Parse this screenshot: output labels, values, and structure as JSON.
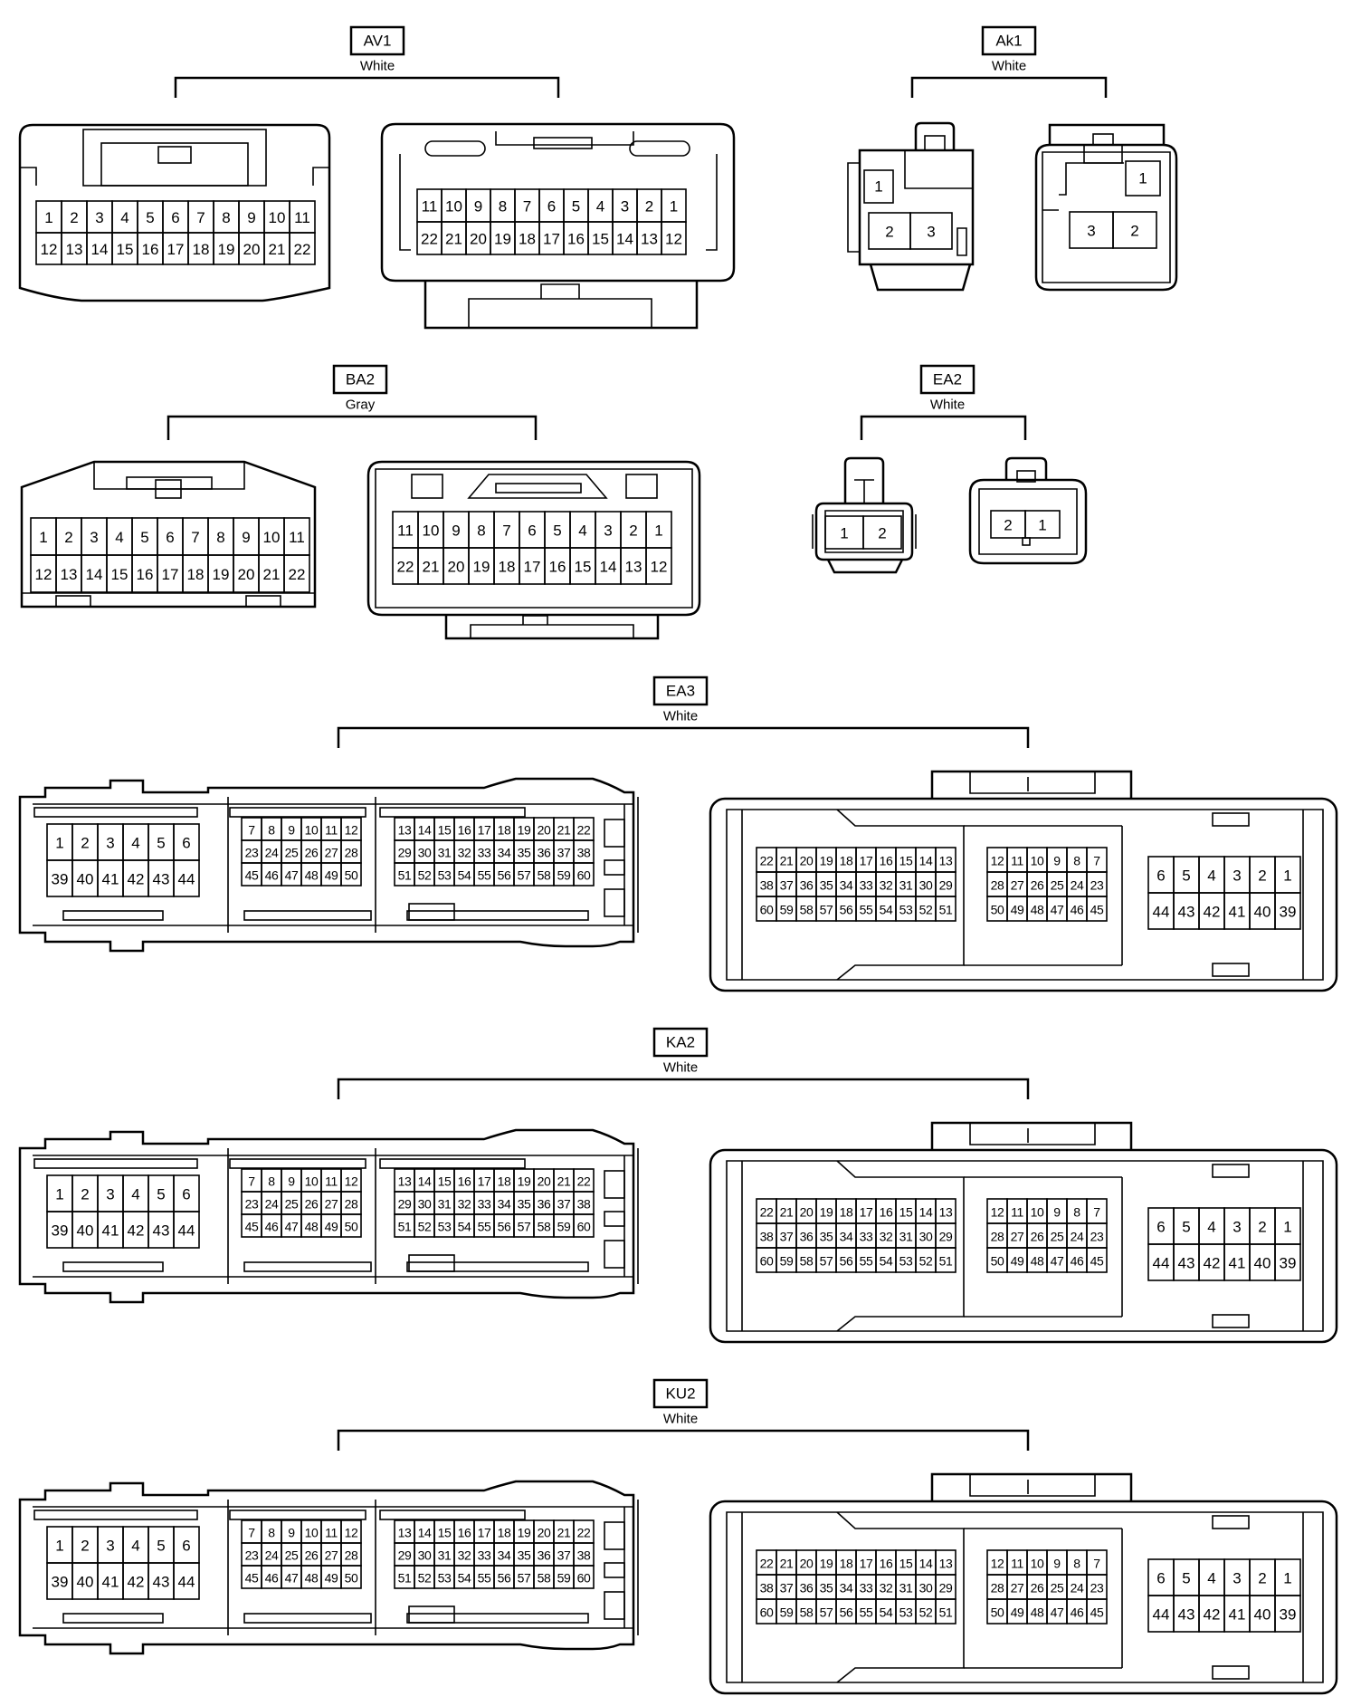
{
  "connectors": [
    {
      "id": "av1",
      "code": "AV1",
      "color": "White",
      "left_rows": [
        [
          "1",
          "2",
          "3",
          "4",
          "5",
          "6",
          "7",
          "8",
          "9",
          "10",
          "11"
        ],
        [
          "12",
          "13",
          "14",
          "15",
          "16",
          "17",
          "18",
          "19",
          "20",
          "21",
          "22"
        ]
      ],
      "right_rows": [
        [
          "11",
          "10",
          "9",
          "8",
          "7",
          "6",
          "5",
          "4",
          "3",
          "2",
          "1"
        ],
        [
          "22",
          "21",
          "20",
          "19",
          "18",
          "17",
          "16",
          "15",
          "14",
          "13",
          "12"
        ]
      ]
    },
    {
      "id": "ak1",
      "code": "Ak1",
      "color": "White",
      "left_single": "1",
      "left_rows": [
        [
          "2",
          "3"
        ]
      ],
      "right_single": "1",
      "right_rows": [
        [
          "3",
          "2"
        ]
      ]
    },
    {
      "id": "ba2",
      "code": "BA2",
      "color": "Gray",
      "left_rows": [
        [
          "1",
          "2",
          "3",
          "4",
          "5",
          "6",
          "7",
          "8",
          "9",
          "10",
          "11"
        ],
        [
          "12",
          "13",
          "14",
          "15",
          "16",
          "17",
          "18",
          "19",
          "20",
          "21",
          "22"
        ]
      ],
      "right_rows": [
        [
          "11",
          "10",
          "9",
          "8",
          "7",
          "6",
          "5",
          "4",
          "3",
          "2",
          "1"
        ],
        [
          "22",
          "21",
          "20",
          "19",
          "18",
          "17",
          "16",
          "15",
          "14",
          "13",
          "12"
        ]
      ]
    },
    {
      "id": "ea2",
      "code": "EA2",
      "color": "White",
      "left_rows": [
        [
          "1",
          "2"
        ]
      ],
      "right_rows": [
        [
          "2",
          "1"
        ]
      ]
    },
    {
      "id": "ea3",
      "code": "EA3",
      "color": "White",
      "left_blocks": [
        [
          [
            "1",
            "2",
            "3",
            "4",
            "5",
            "6"
          ],
          [
            "39",
            "40",
            "41",
            "42",
            "43",
            "44"
          ]
        ],
        [
          [
            "7",
            "8",
            "9",
            "10",
            "11",
            "12"
          ],
          [
            "23",
            "24",
            "25",
            "26",
            "27",
            "28"
          ],
          [
            "45",
            "46",
            "47",
            "48",
            "49",
            "50"
          ]
        ],
        [
          [
            "13",
            "14",
            "15",
            "16",
            "17",
            "18",
            "19",
            "20",
            "21",
            "22"
          ],
          [
            "29",
            "30",
            "31",
            "32",
            "33",
            "34",
            "35",
            "36",
            "37",
            "38"
          ],
          [
            "51",
            "52",
            "53",
            "54",
            "55",
            "56",
            "57",
            "58",
            "59",
            "60"
          ]
        ]
      ],
      "right_blocks": [
        [
          [
            "22",
            "21",
            "20",
            "19",
            "18",
            "17",
            "16",
            "15",
            "14",
            "13"
          ],
          [
            "38",
            "37",
            "36",
            "35",
            "34",
            "33",
            "32",
            "31",
            "30",
            "29"
          ],
          [
            "60",
            "59",
            "58",
            "57",
            "56",
            "55",
            "54",
            "53",
            "52",
            "51"
          ]
        ],
        [
          [
            "12",
            "11",
            "10",
            "9",
            "8",
            "7"
          ],
          [
            "28",
            "27",
            "26",
            "25",
            "24",
            "23"
          ],
          [
            "50",
            "49",
            "48",
            "47",
            "46",
            "45"
          ]
        ],
        [
          [
            "6",
            "5",
            "4",
            "3",
            "2",
            "1"
          ],
          [
            "44",
            "43",
            "42",
            "41",
            "40",
            "39"
          ]
        ]
      ]
    },
    {
      "id": "ka2",
      "code": "KA2",
      "color": "White",
      "left_blocks": [
        [
          [
            "1",
            "2",
            "3",
            "4",
            "5",
            "6"
          ],
          [
            "39",
            "40",
            "41",
            "42",
            "43",
            "44"
          ]
        ],
        [
          [
            "7",
            "8",
            "9",
            "10",
            "11",
            "12"
          ],
          [
            "23",
            "24",
            "25",
            "26",
            "27",
            "28"
          ],
          [
            "45",
            "46",
            "47",
            "48",
            "49",
            "50"
          ]
        ],
        [
          [
            "13",
            "14",
            "15",
            "16",
            "17",
            "18",
            "19",
            "20",
            "21",
            "22"
          ],
          [
            "29",
            "30",
            "31",
            "32",
            "33",
            "34",
            "35",
            "36",
            "37",
            "38"
          ],
          [
            "51",
            "52",
            "53",
            "54",
            "55",
            "56",
            "57",
            "58",
            "59",
            "60"
          ]
        ]
      ],
      "right_blocks": [
        [
          [
            "22",
            "21",
            "20",
            "19",
            "18",
            "17",
            "16",
            "15",
            "14",
            "13"
          ],
          [
            "38",
            "37",
            "36",
            "35",
            "34",
            "33",
            "32",
            "31",
            "30",
            "29"
          ],
          [
            "60",
            "59",
            "58",
            "57",
            "56",
            "55",
            "54",
            "53",
            "52",
            "51"
          ]
        ],
        [
          [
            "12",
            "11",
            "10",
            "9",
            "8",
            "7"
          ],
          [
            "28",
            "27",
            "26",
            "25",
            "24",
            "23"
          ],
          [
            "50",
            "49",
            "48",
            "47",
            "46",
            "45"
          ]
        ],
        [
          [
            "6",
            "5",
            "4",
            "3",
            "2",
            "1"
          ],
          [
            "44",
            "43",
            "42",
            "41",
            "40",
            "39"
          ]
        ]
      ]
    },
    {
      "id": "ku2",
      "code": "KU2",
      "color": "White",
      "left_blocks": [
        [
          [
            "1",
            "2",
            "3",
            "4",
            "5",
            "6"
          ],
          [
            "39",
            "40",
            "41",
            "42",
            "43",
            "44"
          ]
        ],
        [
          [
            "7",
            "8",
            "9",
            "10",
            "11",
            "12"
          ],
          [
            "23",
            "24",
            "25",
            "26",
            "27",
            "28"
          ],
          [
            "45",
            "46",
            "47",
            "48",
            "49",
            "50"
          ]
        ],
        [
          [
            "13",
            "14",
            "15",
            "16",
            "17",
            "18",
            "19",
            "20",
            "21",
            "22"
          ],
          [
            "29",
            "30",
            "31",
            "32",
            "33",
            "34",
            "35",
            "36",
            "37",
            "38"
          ],
          [
            "51",
            "52",
            "53",
            "54",
            "55",
            "56",
            "57",
            "58",
            "59",
            "60"
          ]
        ]
      ],
      "right_blocks": [
        [
          [
            "22",
            "21",
            "20",
            "19",
            "18",
            "17",
            "16",
            "15",
            "14",
            "13"
          ],
          [
            "38",
            "37",
            "36",
            "35",
            "34",
            "33",
            "32",
            "31",
            "30",
            "29"
          ],
          [
            "60",
            "59",
            "58",
            "57",
            "56",
            "55",
            "54",
            "53",
            "52",
            "51"
          ]
        ],
        [
          [
            "12",
            "11",
            "10",
            "9",
            "8",
            "7"
          ],
          [
            "28",
            "27",
            "26",
            "25",
            "24",
            "23"
          ],
          [
            "50",
            "49",
            "48",
            "47",
            "46",
            "45"
          ]
        ],
        [
          [
            "6",
            "5",
            "4",
            "3",
            "2",
            "1"
          ],
          [
            "44",
            "43",
            "42",
            "41",
            "40",
            "39"
          ]
        ]
      ]
    }
  ]
}
